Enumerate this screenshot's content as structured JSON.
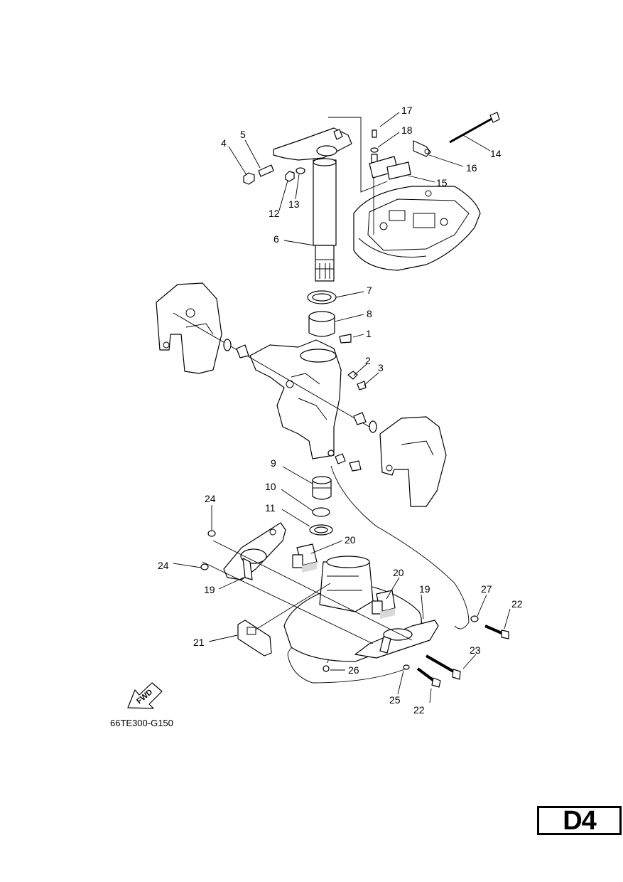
{
  "diagram_code": "66TE300-G150",
  "section_label": "D4",
  "fwd_label": "FWD",
  "callouts": [
    {
      "id": "c1",
      "text": "1"
    },
    {
      "id": "c2",
      "text": "2"
    },
    {
      "id": "c3",
      "text": "3"
    },
    {
      "id": "c4",
      "text": "4"
    },
    {
      "id": "c5",
      "text": "5"
    },
    {
      "id": "c6",
      "text": "6"
    },
    {
      "id": "c7",
      "text": "7"
    },
    {
      "id": "c8",
      "text": "8"
    },
    {
      "id": "c9",
      "text": "9"
    },
    {
      "id": "c10",
      "text": "10"
    },
    {
      "id": "c11",
      "text": "11"
    },
    {
      "id": "c12",
      "text": "12"
    },
    {
      "id": "c13",
      "text": "13"
    },
    {
      "id": "c14",
      "text": "14"
    },
    {
      "id": "c15",
      "text": "15"
    },
    {
      "id": "c16",
      "text": "16"
    },
    {
      "id": "c17",
      "text": "17"
    },
    {
      "id": "c18",
      "text": "18"
    },
    {
      "id": "c19a",
      "text": "19"
    },
    {
      "id": "c19b",
      "text": "19"
    },
    {
      "id": "c20a",
      "text": "20"
    },
    {
      "id": "c20b",
      "text": "20"
    },
    {
      "id": "c21",
      "text": "21"
    },
    {
      "id": "c22a",
      "text": "22"
    },
    {
      "id": "c22b",
      "text": "22"
    },
    {
      "id": "c23",
      "text": "23"
    },
    {
      "id": "c24a",
      "text": "24"
    },
    {
      "id": "c24b",
      "text": "24"
    },
    {
      "id": "c25",
      "text": "25"
    },
    {
      "id": "c26",
      "text": "26"
    },
    {
      "id": "c27",
      "text": "27"
    }
  ]
}
